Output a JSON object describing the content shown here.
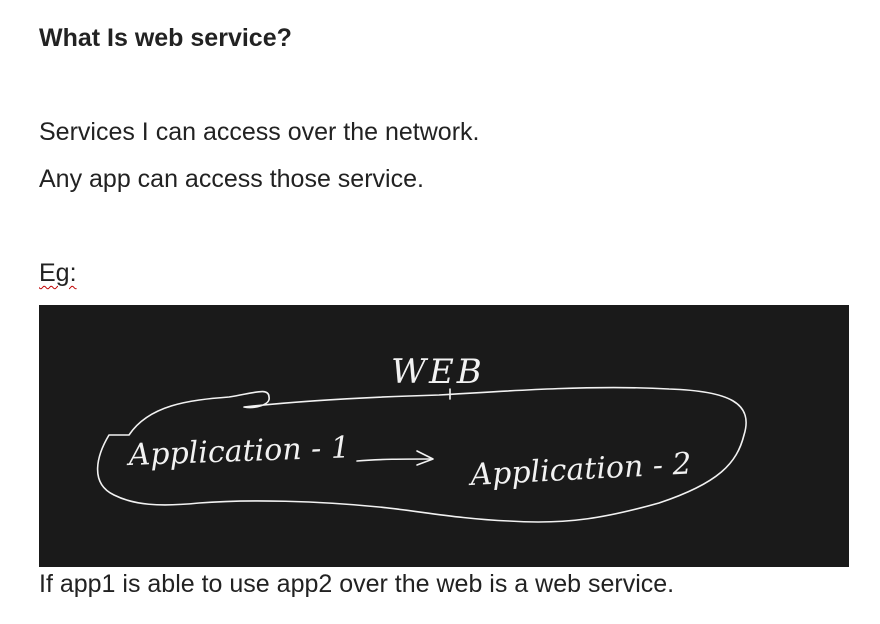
{
  "document": {
    "heading": "What Is web service?",
    "paragraphs": [
      "Services I can access over the network.",
      "Any app can access those service."
    ],
    "example_label": "Eg:",
    "conclusion": "If app1 is able to use app2 over the web is a web service."
  },
  "sketch": {
    "web_label": "WEB",
    "app1_label": "Application - 1",
    "app2_label": "Application - 2",
    "background_color": "#1a1a1a",
    "ink_color": "#f2f2f2"
  }
}
